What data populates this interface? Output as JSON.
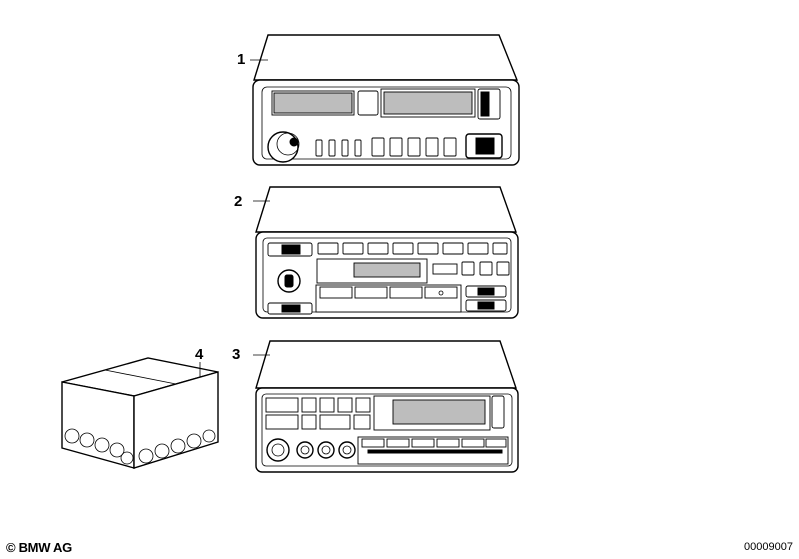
{
  "diagram": {
    "callouts": [
      {
        "id": "radio-1",
        "label": "1"
      },
      {
        "id": "radio-2",
        "label": "2"
      },
      {
        "id": "radio-3",
        "label": "3"
      },
      {
        "id": "box-4",
        "label": "4"
      }
    ]
  },
  "footer": {
    "copyright": "© BMW AG",
    "doc_number": "00009007"
  }
}
